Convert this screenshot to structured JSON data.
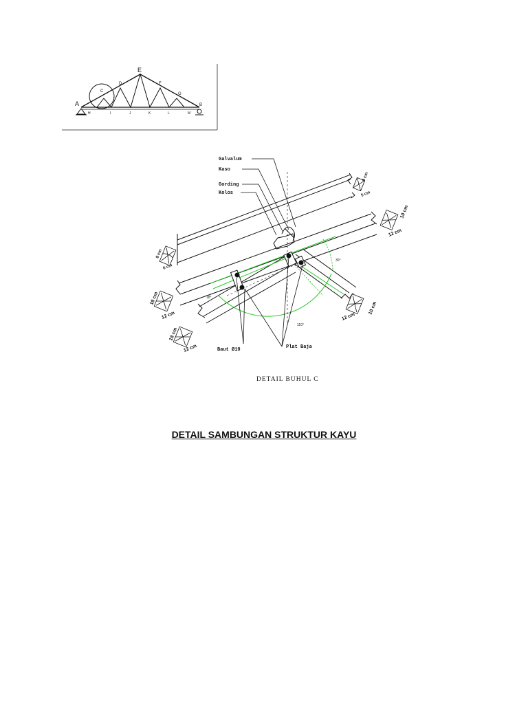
{
  "truss": {
    "nodes_top": [
      "A",
      "C",
      "D",
      "E",
      "F",
      "G",
      "B"
    ],
    "nodes_bottom": [
      "H",
      "I",
      "J",
      "K",
      "L",
      "M"
    ]
  },
  "detail": {
    "labels": {
      "galvalum": "Galvalum",
      "kaso": "Kaso",
      "gording": "Gording",
      "klos": "Kolos",
      "baut": "Baut Ø10",
      "plat": "Plat Baja"
    },
    "sections": [
      {
        "w": "5 cm",
        "h": "8 cm"
      },
      {
        "w": "12 cm",
        "h": "10 cm"
      },
      {
        "w": "6 cm",
        "h": "8 cm"
      },
      {
        "w": "12 cm",
        "h": "18 cm"
      },
      {
        "w": "12 cm",
        "h": "18 cm"
      },
      {
        "w": "12 cm",
        "h": "10 cm"
      }
    ],
    "angles": {
      "a1": "30°",
      "a2": "18°",
      "a3": "110°"
    },
    "caption": "DETAIL BUHUL C"
  },
  "page_title": "DETAIL SAMBUNGAN STRUKTUR KAYU",
  "colors": {
    "line": "#111111",
    "green": "#22cc22"
  }
}
